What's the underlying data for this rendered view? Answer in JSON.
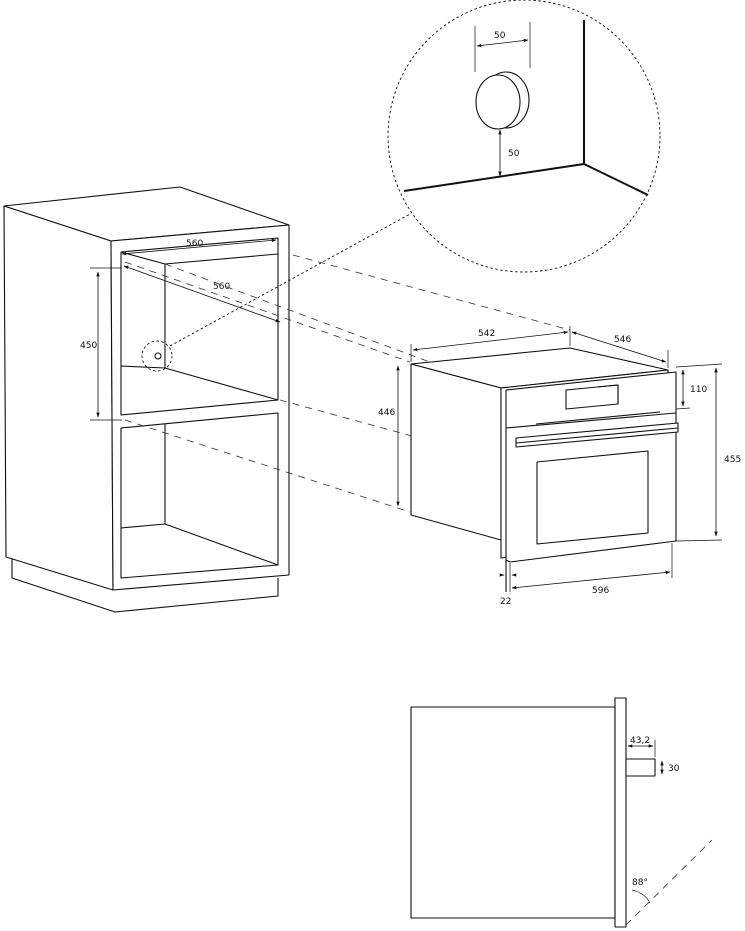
{
  "detail_circle": {
    "dim_horizontal": "50",
    "dim_vertical": "50"
  },
  "cabinet": {
    "width_top": "560",
    "depth": "560",
    "opening_height": "450"
  },
  "oven": {
    "body_depth": "542",
    "depth_total": "546",
    "body_height": "446",
    "panel_height": "110",
    "total_height": "455",
    "width": "596",
    "front_thickness": "22"
  },
  "side_view": {
    "handle_depth": "43,2",
    "handle_height": "30",
    "door_angle": "88°"
  }
}
